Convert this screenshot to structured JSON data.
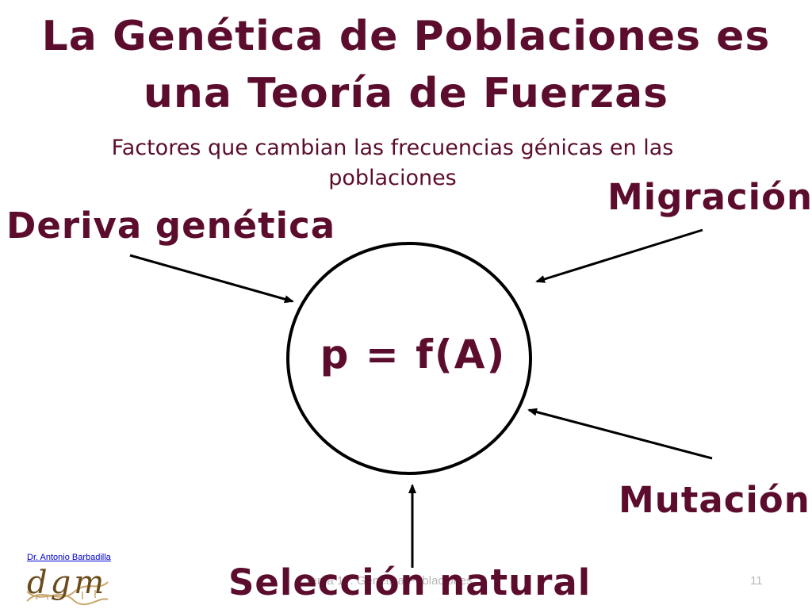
{
  "slide": {
    "title_line1": "La Genética de Poblaciones es",
    "title_line2": "una Teoría de Fuerzas",
    "subtitle": "Factores que cambian las frecuencias génicas en las poblaciones",
    "formula": "p = f(A)",
    "forces": {
      "deriva": "Deriva genética",
      "migracion": "Migración",
      "mutacion": "Mutación",
      "seleccion": "Selección natural"
    },
    "author_link": "Dr. Antonio Barbadilla",
    "logo_text": "dgm",
    "footer": "Tema 17. Genética Poblaciones",
    "page_number": "11"
  },
  "colors": {
    "text": "#5c0d2e",
    "link": "#0000cc",
    "footer": "#b8b8b8",
    "lines": "#000000"
  }
}
